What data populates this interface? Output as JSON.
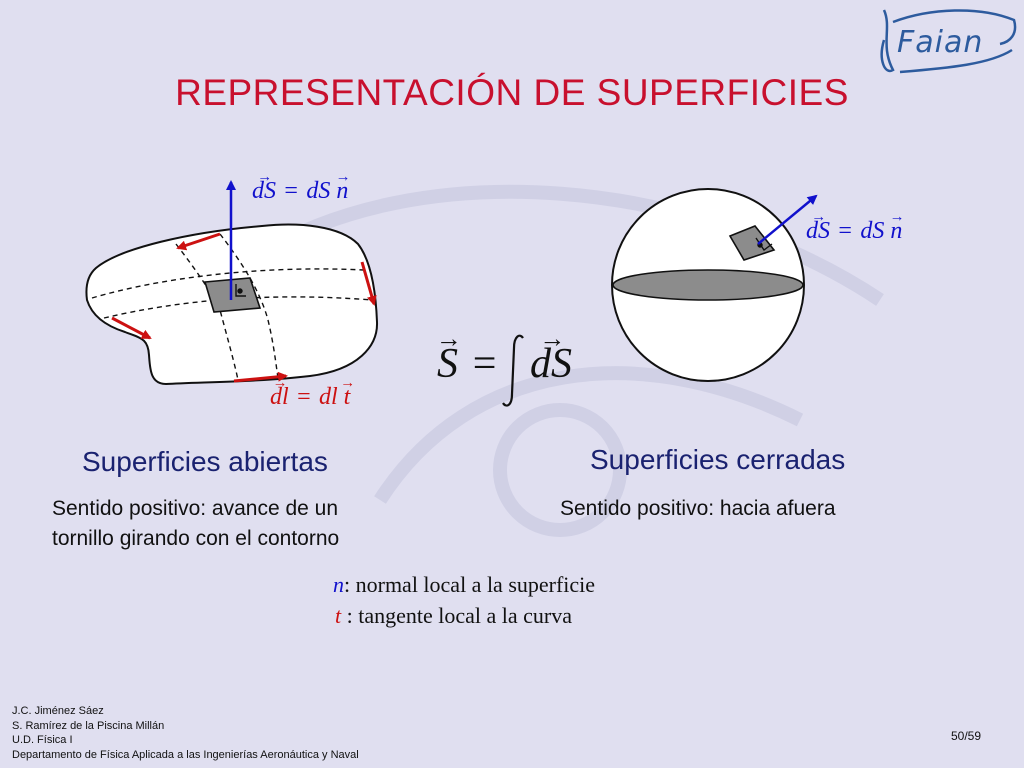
{
  "title": "REPRESENTACIÓN DE SUPERFICIES",
  "logo": {
    "text": "Faian"
  },
  "open_surface": {
    "heading": "Superficies abiertas",
    "description_lines": [
      "Sentido positivo: avance de un",
      "tornillo girando con el contorno"
    ],
    "formula_dS": {
      "lhs": "dS",
      "rhs": "dS",
      "vec_rhs": "n"
    },
    "formula_dl": {
      "lhs": "dl",
      "rhs": "dl",
      "vec_rhs": "t"
    }
  },
  "closed_surface": {
    "heading": "Superficies cerradas",
    "description": "Sentido positivo: hacia afuera",
    "formula_dS": {
      "lhs": "dS",
      "rhs": "dS",
      "vec_rhs": "n"
    }
  },
  "integral": {
    "lhs": "S",
    "integrand": "dS"
  },
  "legend": {
    "n_symbol": "n",
    "n_text": ": normal local a la superficie",
    "t_symbol": "t",
    "t_text": " : tangente local a la curva"
  },
  "footer": {
    "lines": [
      "J.C. Jiménez Sáez",
      "S. Ramírez de la Piscina Millán",
      "U.D. Física I",
      "Departamento de Física Aplicada a las Ingenierías Aeronáutica y Naval"
    ],
    "page": "50/59"
  },
  "colors": {
    "title": "#c8102e",
    "heading": "#1a2270",
    "normal_vector": "#1111cc",
    "tangent_vector": "#cc1111",
    "background": "#e0dff0"
  }
}
